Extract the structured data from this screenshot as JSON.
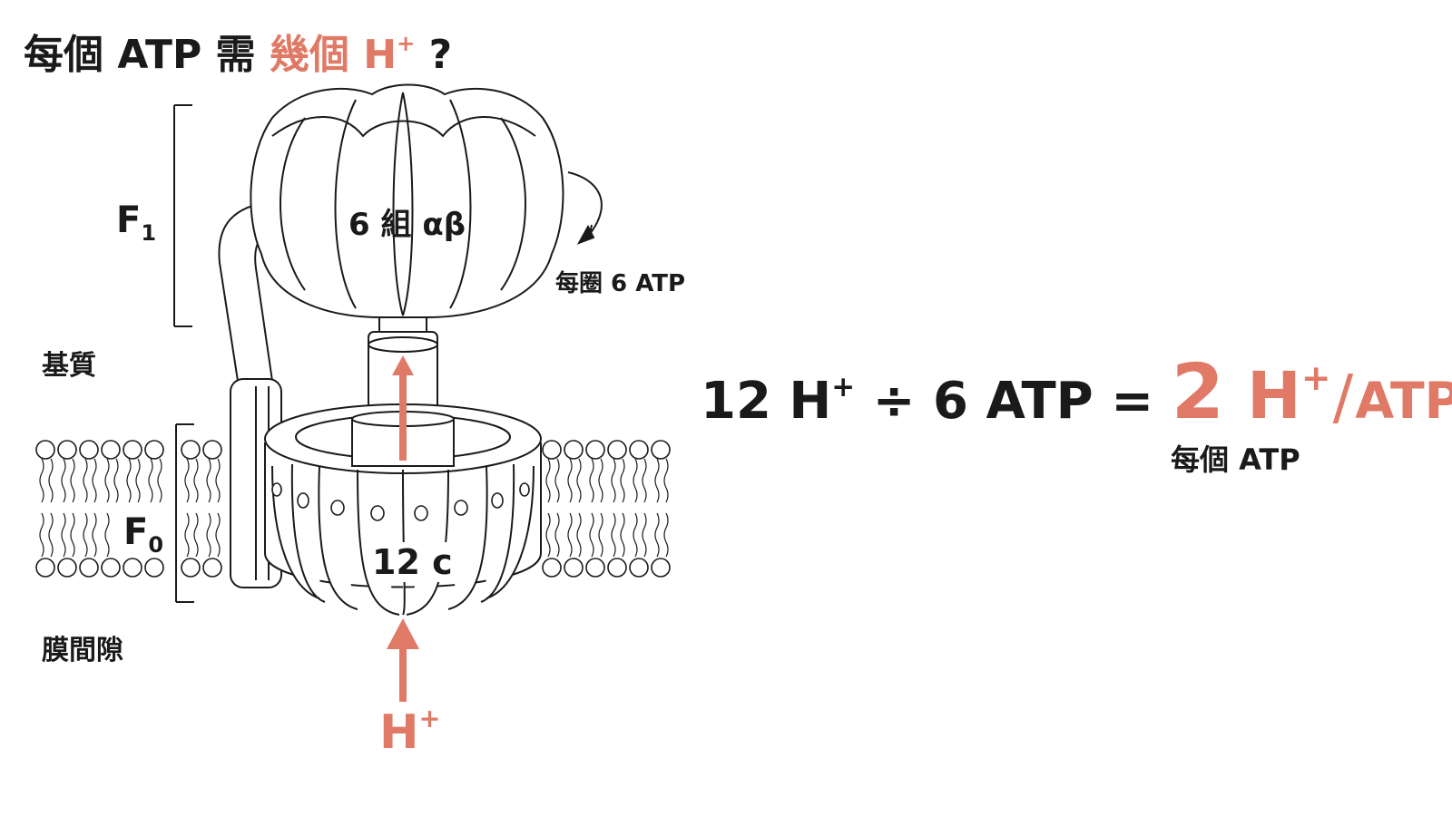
{
  "title": {
    "part1": "每個 ATP 需",
    "part2": "幾個 H",
    "part2_sup": "+",
    "part3": "?"
  },
  "labels": {
    "f1": "F",
    "f1_sub": "1",
    "f0": "F",
    "f0_sub": "0",
    "matrix": "基質",
    "intermembrane": "膜間隙",
    "alpha_beta": "6 組 αβ",
    "per_turn": "每圈 6 ATP",
    "c_ring": "12 c",
    "proton": "H",
    "proton_sup": "+"
  },
  "equation": {
    "left": "12 H",
    "left_sup": "+",
    "middle": "÷ 6 ATP =",
    "result_number": "2",
    "result_h": "H",
    "result_sup": "+",
    "result_slash": "/",
    "result_unit": "ATP",
    "caption": "每個 ATP"
  },
  "colors": {
    "accent": "#e07a66",
    "ink": "#1a1a1a"
  }
}
